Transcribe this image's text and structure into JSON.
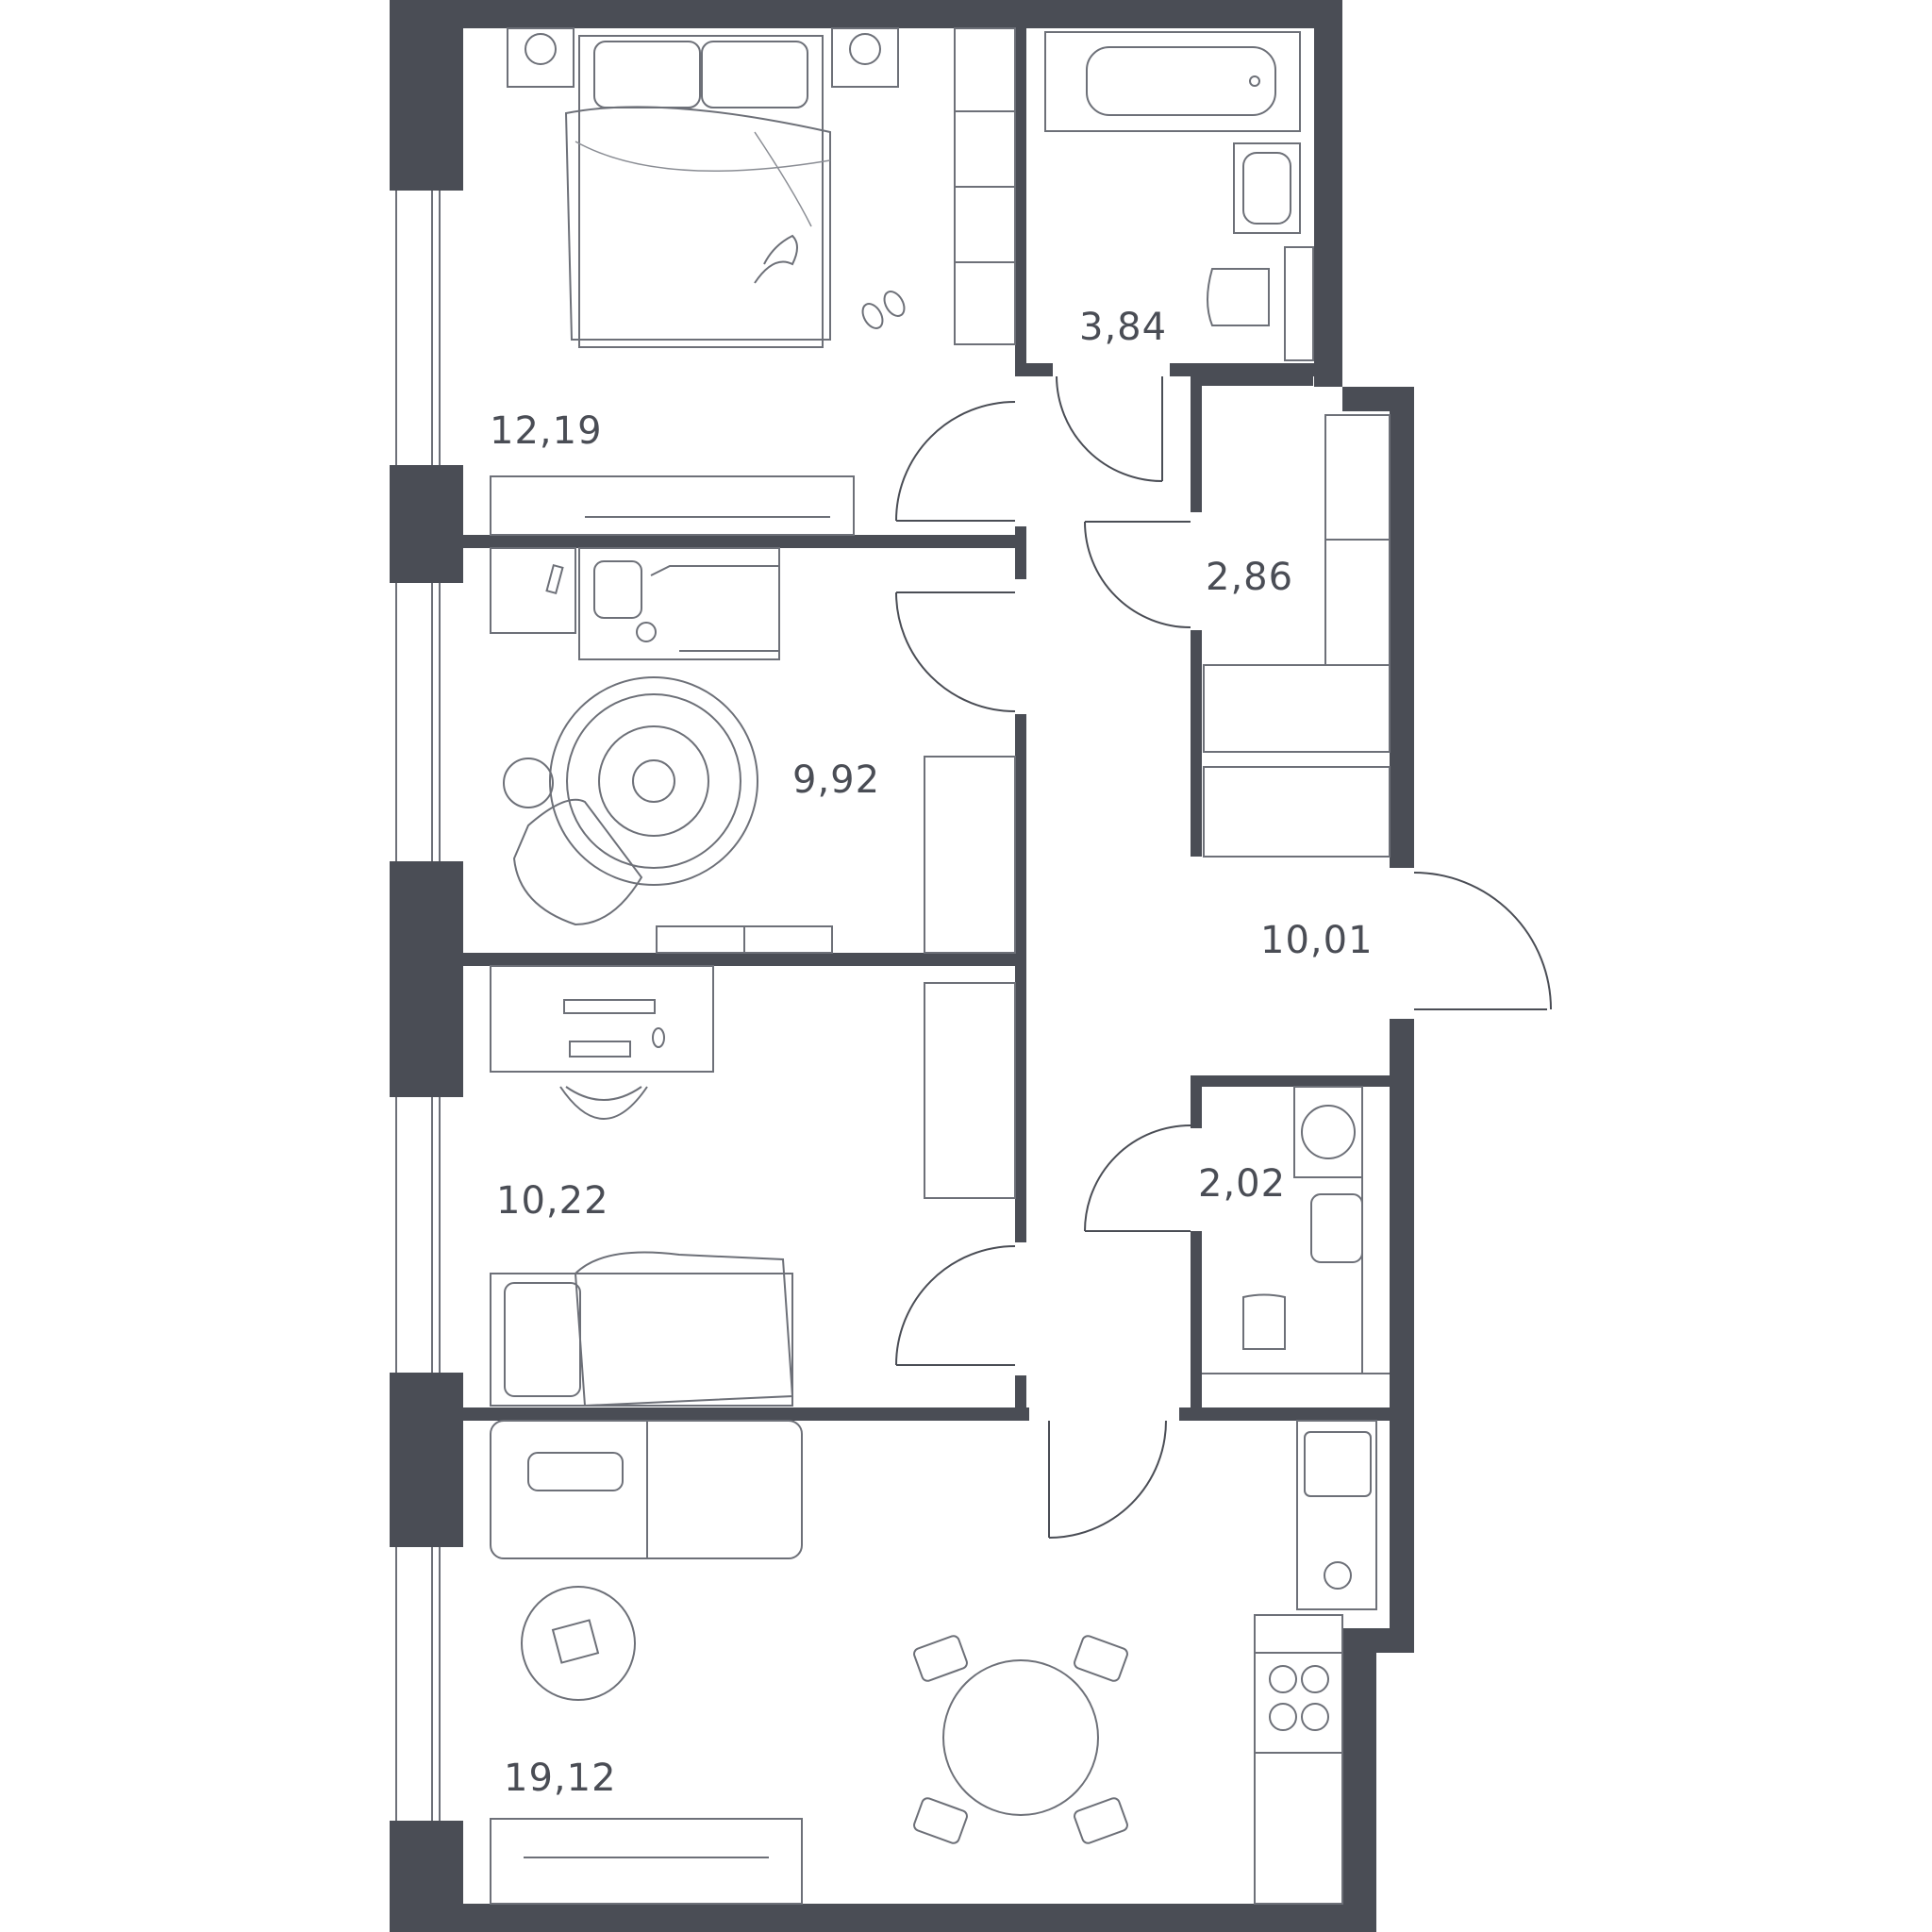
{
  "plan": {
    "wall_color": "#4a4d55",
    "line_color": "#6d7078",
    "rooms": [
      {
        "id": "bedroom-1",
        "area": "12,19"
      },
      {
        "id": "bathroom",
        "area": "3,84"
      },
      {
        "id": "wardrobe",
        "area": "2,86"
      },
      {
        "id": "bedroom-2",
        "area": "9,92"
      },
      {
        "id": "hallway",
        "area": "10,01"
      },
      {
        "id": "bedroom-3",
        "area": "10,22"
      },
      {
        "id": "wc",
        "area": "2,02"
      },
      {
        "id": "kitchen-living",
        "area": "19,12"
      }
    ]
  }
}
